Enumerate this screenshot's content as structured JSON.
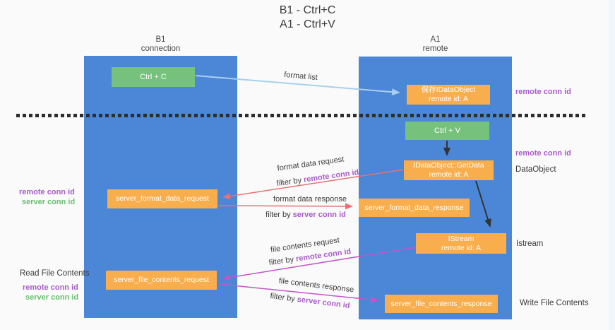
{
  "title": {
    "line1": "B1 - Ctrl+C",
    "line2": "A1 - Ctrl+V"
  },
  "lanes": {
    "left": {
      "name": "B1",
      "role": "connection"
    },
    "right": {
      "name": "A1",
      "role": "remote"
    }
  },
  "boxes": {
    "ctrl_c": {
      "label": "Ctrl + C"
    },
    "ctrl_v": {
      "label": "Ctrl + V"
    },
    "save_idataobject": {
      "line1": "保存IDataObject",
      "line2": "remote id: A"
    },
    "getdata": {
      "line1": "IDataObject::GetData",
      "line2": "remote id: A"
    },
    "istream": {
      "line1": "IStream",
      "line2": "remote id: A"
    },
    "format_request": {
      "label": "server_format_data_request"
    },
    "format_response": {
      "label": "server_format_data_response"
    },
    "file_request": {
      "label": "server_file_contents_request"
    },
    "file_response": {
      "label": "server_file_contents_response"
    }
  },
  "labels": {
    "format_list": "format list",
    "format_data_request": "format data request",
    "format_data_response": "format data response",
    "file_contents_request": "file contents request",
    "file_contents_response": "file contents response",
    "filter_by": "filter by ",
    "remote_conn_id": "remote conn id",
    "server_conn_id": "server conn id",
    "dataobject": "DataObject",
    "istream": "Istream",
    "read_file_contents": "Read File Contents",
    "write_file_contents": "Write File Contents"
  },
  "colors": {
    "lane_blue": "#4C86D7",
    "box_orange": "#F9AE4D",
    "box_green": "#76C27D",
    "purple_text": "#A95BC9",
    "green_text": "#69BE6E",
    "arrow_blue": "#A8D0EE",
    "arrow_red": "#E77173",
    "arrow_magenta": "#C455C9",
    "arrow_black": "#333333"
  }
}
